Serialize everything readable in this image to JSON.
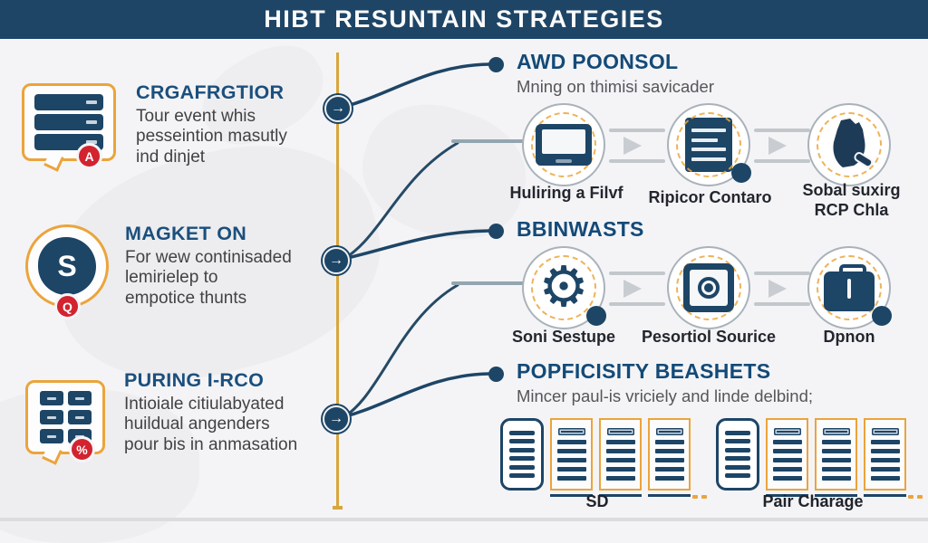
{
  "header": {
    "title": "HIBT RESUNTAIN STRATEGIES"
  },
  "left_items": [
    {
      "icon": "server-stack-bubble-icon",
      "badge": "A",
      "title": "CRGAFRGTIOR",
      "body": "Tour event whis\npesseintion masutly\nind dinjet"
    },
    {
      "icon": "s-gear-circle-icon",
      "icon_glyph": "S",
      "badge": "Q",
      "title": "MAGKET ON",
      "body": "For wew continisaded\nlemirielep to\nempotice thunts"
    },
    {
      "icon": "cabinet-grid-bubble-icon",
      "badge": "%",
      "title": "PURING I-RCO",
      "body": "Intioiale citiulabyated\nhuildual angenders\npour bis in anmasation"
    }
  ],
  "sections": [
    {
      "title": "AWD POONSOL",
      "subtitle": "Mning on thimisi savicader",
      "items": [
        {
          "icon": "monitor-icon",
          "label": "Huliring a Filvf"
        },
        {
          "icon": "document-list-icon",
          "label": "Ripicor Contaro"
        },
        {
          "icon": "hand-icon",
          "label": "Sobal suxirg\nRCP Chla"
        }
      ]
    },
    {
      "title": "BBINWASTS",
      "subtitle": "",
      "items": [
        {
          "icon": "gear-icon",
          "label": "Soni Sestupe"
        },
        {
          "icon": "camera-icon",
          "label": "Pesortiol Sourice"
        },
        {
          "icon": "briefcase-icon",
          "label": "Dpnon"
        }
      ]
    },
    {
      "title": "POPFICISITY BEASHETS",
      "subtitle": "Mincer paul-is vriciely and linde delbind;",
      "tables": [
        {
          "label": "SD"
        },
        {
          "label": "Pair Charage"
        }
      ]
    }
  ],
  "colors": {
    "navy": "#1d4566",
    "title_blue": "#134a78",
    "accent_yellow": "#d7a63c",
    "accent_orange": "#eba43c",
    "badge_red": "#d2232f",
    "body_text": "#424245"
  }
}
